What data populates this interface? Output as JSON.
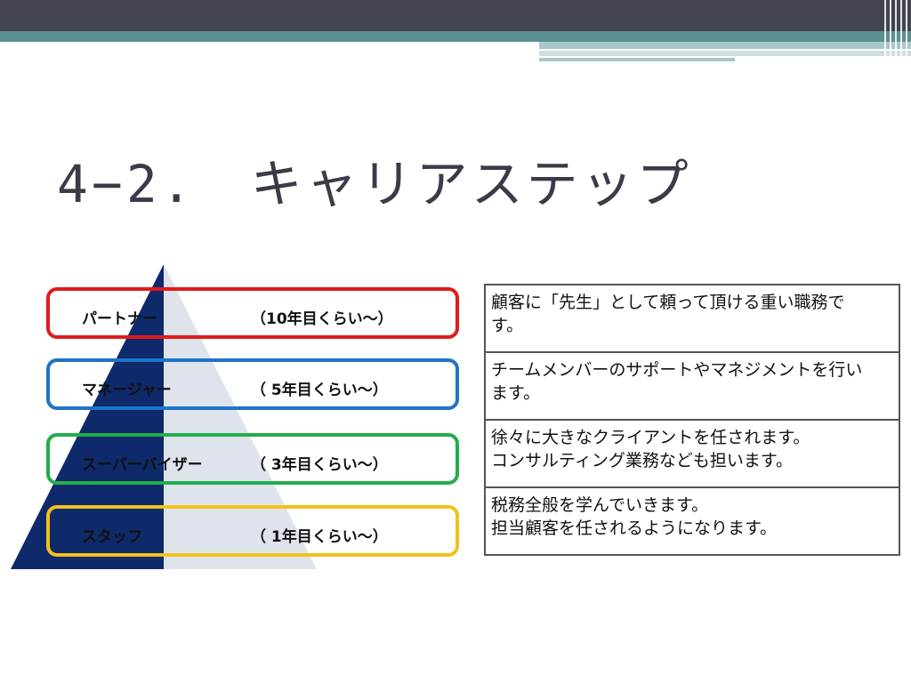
{
  "slide": {
    "title": "4−2.　キャリアステップ"
  },
  "levels": [
    {
      "name": "パートナー",
      "years": "（10年目くらい〜）",
      "border_color": "#e01b1b"
    },
    {
      "name": "マネージャー",
      "years": "（ 5年目くらい〜）",
      "border_color": "#1f74c4"
    },
    {
      "name": "スーパーバイザー",
      "years": "（ 3年目くらい〜）",
      "border_color": "#22ad4a"
    },
    {
      "name": "スタッフ",
      "years": "（ 1年目くらい〜）",
      "border_color": "#f2c21b"
    }
  ],
  "descriptions": [
    {
      "line1": "顧客に「先生」として頼って頂ける重い職務で",
      "line2": "す。"
    },
    {
      "line1": "チームメンバーのサポートやマネジメントを行い",
      "line2": "ます。"
    },
    {
      "line1": "徐々に大きなクライアントを任されます。",
      "line2": "コンサルティング業務なども担います。"
    },
    {
      "line1": "税務全般を学んでいきます。",
      "line2": "担当顧客を任されるようになります。"
    }
  ],
  "colors": {
    "pyramid_dark": "#0f2a6b",
    "pyramid_light": "#dfe3ec",
    "header_dark": "#434452",
    "header_teal": "#5b8f92"
  }
}
